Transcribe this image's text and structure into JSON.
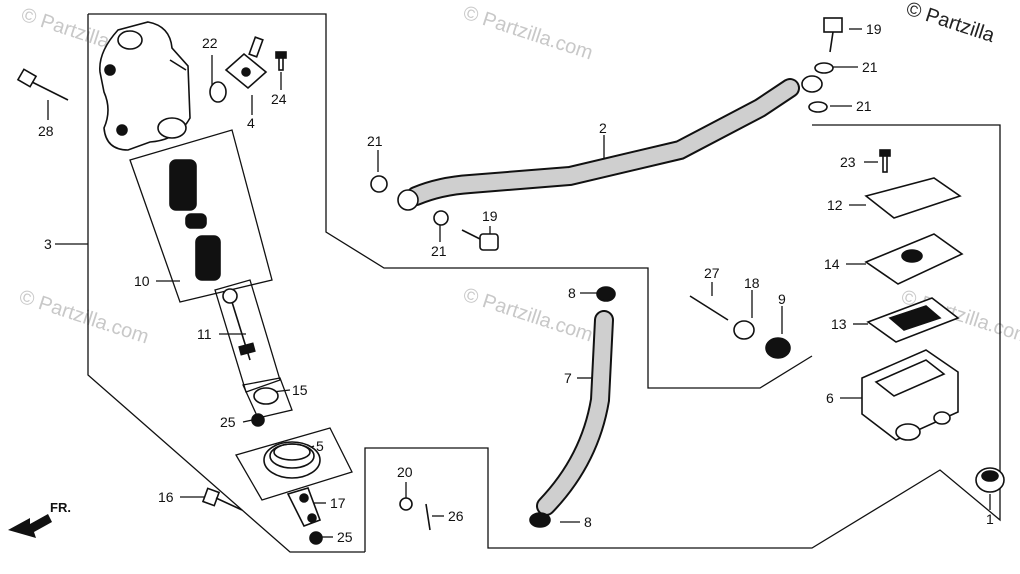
{
  "branding": {
    "copyright": "© Partzilla",
    "watermark": "© Partzilla.com"
  },
  "direction": {
    "label": "FR."
  },
  "callouts": [
    {
      "id": "c1",
      "text": "1"
    },
    {
      "id": "c2",
      "text": "2"
    },
    {
      "id": "c3",
      "text": "3"
    },
    {
      "id": "c4",
      "text": "4"
    },
    {
      "id": "c5",
      "text": "5"
    },
    {
      "id": "c6",
      "text": "6"
    },
    {
      "id": "c7",
      "text": "7"
    },
    {
      "id": "c8a",
      "text": "8"
    },
    {
      "id": "c8b",
      "text": "8"
    },
    {
      "id": "c9",
      "text": "9"
    },
    {
      "id": "c10",
      "text": "10"
    },
    {
      "id": "c11",
      "text": "11"
    },
    {
      "id": "c12",
      "text": "12"
    },
    {
      "id": "c13",
      "text": "13"
    },
    {
      "id": "c14",
      "text": "14"
    },
    {
      "id": "c15",
      "text": "15"
    },
    {
      "id": "c16",
      "text": "16"
    },
    {
      "id": "c17",
      "text": "17"
    },
    {
      "id": "c18",
      "text": "18"
    },
    {
      "id": "c19a",
      "text": "19"
    },
    {
      "id": "c19b",
      "text": "19"
    },
    {
      "id": "c20",
      "text": "20"
    },
    {
      "id": "c21a",
      "text": "21"
    },
    {
      "id": "c21b",
      "text": "21"
    },
    {
      "id": "c21c",
      "text": "21"
    },
    {
      "id": "c21d",
      "text": "21"
    },
    {
      "id": "c22",
      "text": "22"
    },
    {
      "id": "c23",
      "text": "23"
    },
    {
      "id": "c24",
      "text": "24"
    },
    {
      "id": "c25a",
      "text": "25"
    },
    {
      "id": "c25b",
      "text": "25"
    },
    {
      "id": "c26",
      "text": "26"
    },
    {
      "id": "c27",
      "text": "27"
    },
    {
      "id": "c28",
      "text": "28"
    }
  ],
  "colors": {
    "ink": "#111111",
    "hose": "#cfcfcf",
    "watermark": "#c8c8c8",
    "paper": "#ffffff"
  }
}
